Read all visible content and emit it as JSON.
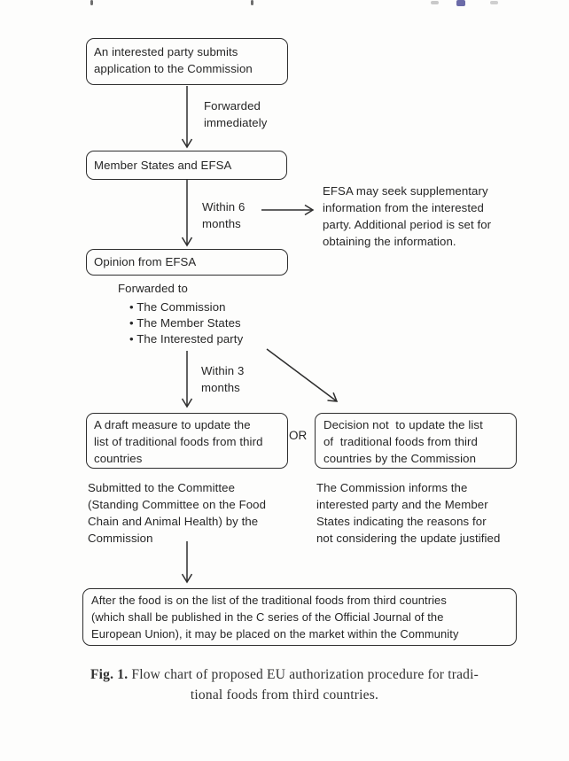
{
  "colors": {
    "ink": "#262626",
    "line": "#2e2e2e",
    "background": "#fdfdfc",
    "clipped_link_fragment_blue": "#6b6ba8",
    "clipped_fragment_gray": "#8f8f8f"
  },
  "flowchart": {
    "boxes": {
      "application": {
        "lines": [
          "An interested party submits",
          "application to the Commission"
        ]
      },
      "member_states": {
        "lines": [
          "Member States and EFSA"
        ]
      },
      "opinion": {
        "lines": [
          "Opinion from EFSA"
        ]
      },
      "draft_measure": {
        "lines": [
          "A draft measure to update the",
          "list of traditional foods from third",
          "countries"
        ]
      },
      "decision_not": {
        "lines": [
          "Decision not  to update the list",
          "of  traditional foods from third",
          "countries by the Commission"
        ]
      },
      "market": {
        "lines": [
          "After the food is on the list of the traditional foods from third countries",
          "(which shall be published in the C series of the Official Journal of the",
          "European Union), it may be placed on the market within the Community"
        ]
      }
    },
    "labels": {
      "forwarded_immediately": {
        "lines": [
          "Forwarded",
          "immediately"
        ]
      },
      "within_6_months": {
        "lines": [
          "Within 6",
          "months"
        ]
      },
      "efsa_note": {
        "lines": [
          "EFSA may seek supplementary",
          "information from the interested",
          "party. Additional period is set for",
          "obtaining the information."
        ]
      },
      "forwarded_to": "Forwarded to",
      "recipients": {
        "items": [
          "• The Commission",
          "• The Member States",
          "• The Interested party"
        ]
      },
      "within_3_months": {
        "lines": [
          "Within 3",
          "months"
        ]
      },
      "or": "OR",
      "submitted_note": {
        "lines": [
          "Submitted to the Committee",
          "(Standing Committee on the Food",
          "Chain and Animal Health) by the",
          "Commission"
        ]
      },
      "informs_note": {
        "lines": [
          "The Commission informs the",
          "interested party and the Member",
          "States indicating the reasons for",
          "not considering the update justified"
        ]
      }
    }
  },
  "caption": {
    "fig_label": "Fig. 1.",
    "line1_rest": "Flow chart of proposed EU authorization procedure for tradi-",
    "line2": "tional foods from third countries."
  }
}
